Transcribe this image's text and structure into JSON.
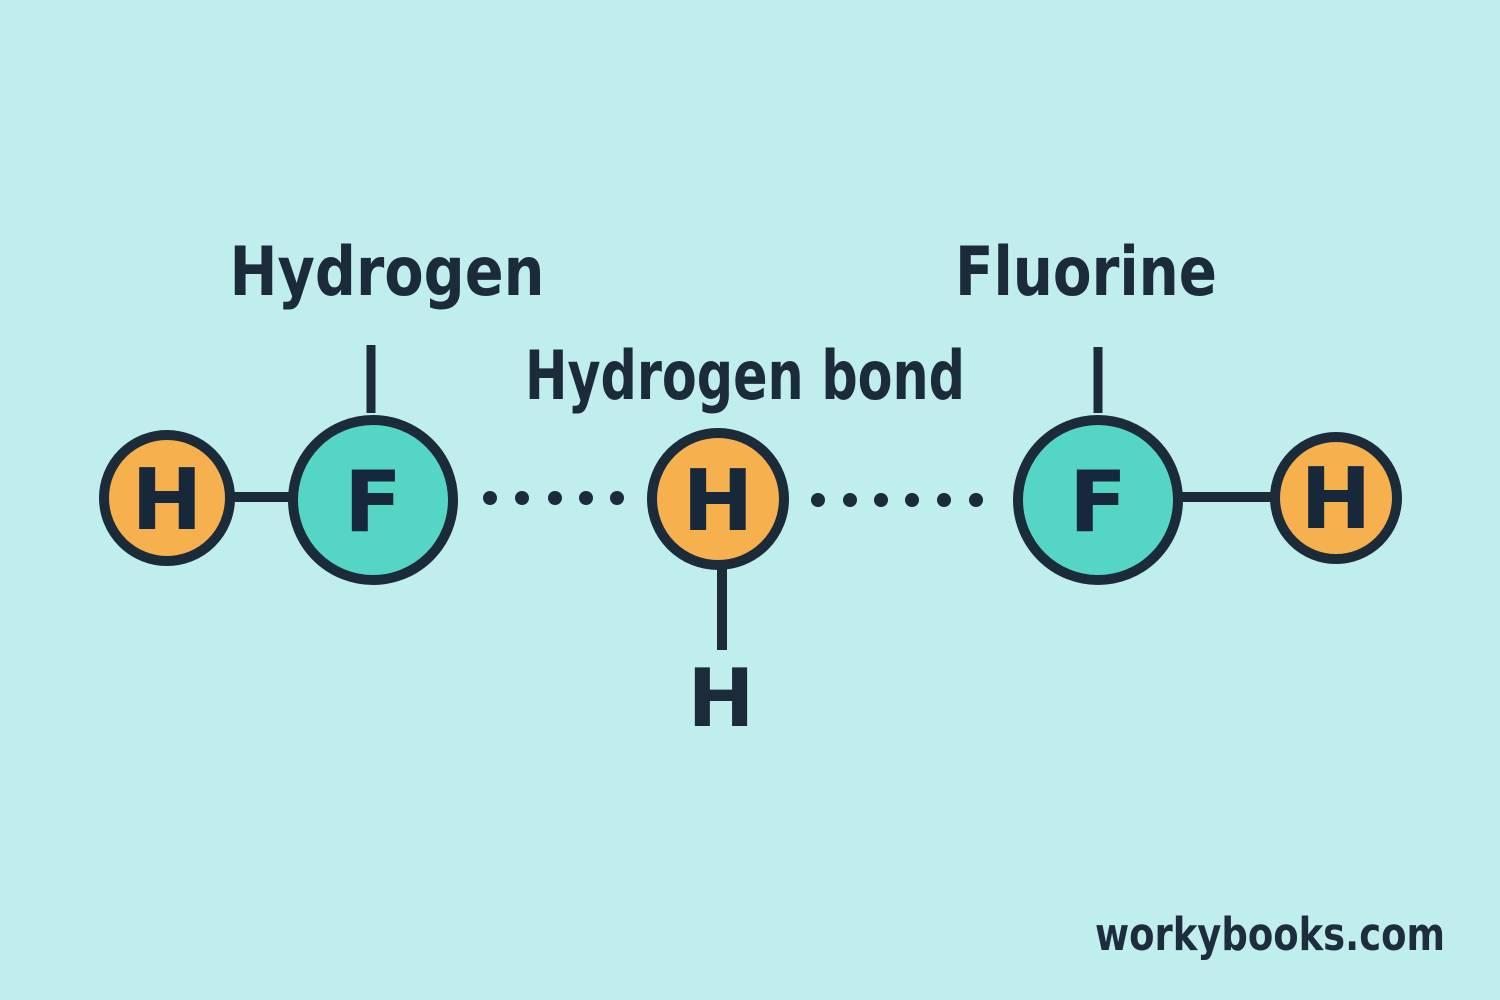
{
  "colors": {
    "background": "#bfeeec",
    "ink": "#1c2b3a",
    "hydrogen_fill": "#f6b04e",
    "fluorine_fill": "#55d6c5"
  },
  "labels": {
    "hydrogen": "Hydrogen",
    "fluorine": "Fluorine",
    "hydrogen_bond": "Hydrogen bond",
    "bottom_h": "H"
  },
  "atoms": [
    {
      "symbol": "H",
      "element": "hydrogen"
    },
    {
      "symbol": "F",
      "element": "fluorine"
    },
    {
      "symbol": "H",
      "element": "hydrogen"
    },
    {
      "symbol": "F",
      "element": "fluorine"
    },
    {
      "symbol": "H",
      "element": "hydrogen"
    }
  ],
  "watermark": "workybooks.com"
}
